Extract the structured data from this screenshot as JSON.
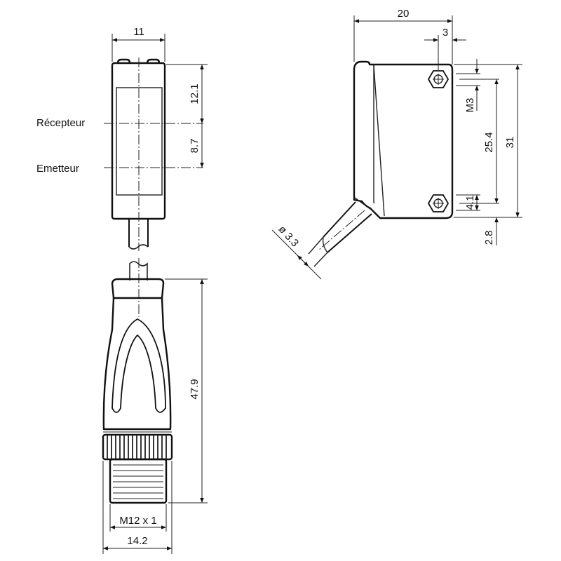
{
  "labels": {
    "receiver": "Récepteur",
    "emitter": "Emetteur"
  },
  "dimensions": {
    "front_width": "11",
    "receiver_offset": "12.1",
    "emitter_spacing": "8.7",
    "side_width": "20",
    "hole_offset": "3",
    "thread_screw": "M3",
    "hole_spacing": "25.4",
    "height": "31",
    "hole_size": "4.1",
    "bottom_offset": "2.8",
    "cable_diameter": "ø 3.3",
    "connector_length": "47.9",
    "connector_thread": "M12 x 1",
    "connector_width": "14.2"
  }
}
